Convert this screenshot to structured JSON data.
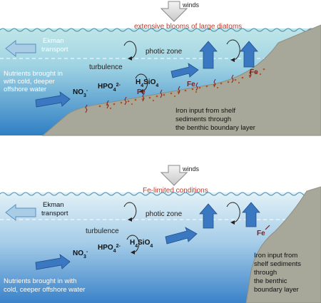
{
  "top_panel": {
    "winds": "winds",
    "headline": "extensive blooms of large diatoms",
    "ekman_line1": "Ekman",
    "ekman_line2": "transport",
    "photic_zone": "photic zone",
    "turbulence": "turbulence",
    "nutrients_line1": "Nutrients brought in",
    "nutrients_line2": "with cold, deeper",
    "nutrients_line3": "offshore water",
    "no3": "NO3-",
    "hpo4": "HPO42-",
    "h4sio4": "H4SiO4",
    "fe_labels": [
      "Fe",
      "Fe",
      "Fe"
    ],
    "iron_line1": "Iron input from shelf",
    "iron_line2": "sediments through",
    "iron_line3": "the benthic boundary layer"
  },
  "bottom_panel": {
    "winds": "winds",
    "headline": "Fe-limited conditions",
    "ekman_line1": "Ekman",
    "ekman_line2": "transport",
    "photic_zone": "photic zone",
    "turbulence": "turbulence",
    "no3": "NO3-",
    "hpo4": "HPO42-",
    "h4sio4": "H4SiO4",
    "fe_label": "Fe",
    "nutrients_line1": "Nutrients brought in with",
    "nutrients_line2": "cold, ceeper offshore water",
    "iron_line1": "Iron input from",
    "iron_line2": "shelf sediments",
    "iron_line3": "through",
    "iron_line4": "the benthic",
    "iron_line5": "boundary layer"
  },
  "colors": {
    "headline": "#c0392b",
    "fe": "#8b1a1a",
    "arrow_blue": "#3a78c2",
    "ekman_arrow": "#a9cde6",
    "shelf": "#a8a89a",
    "sediment": "#b0541f"
  }
}
